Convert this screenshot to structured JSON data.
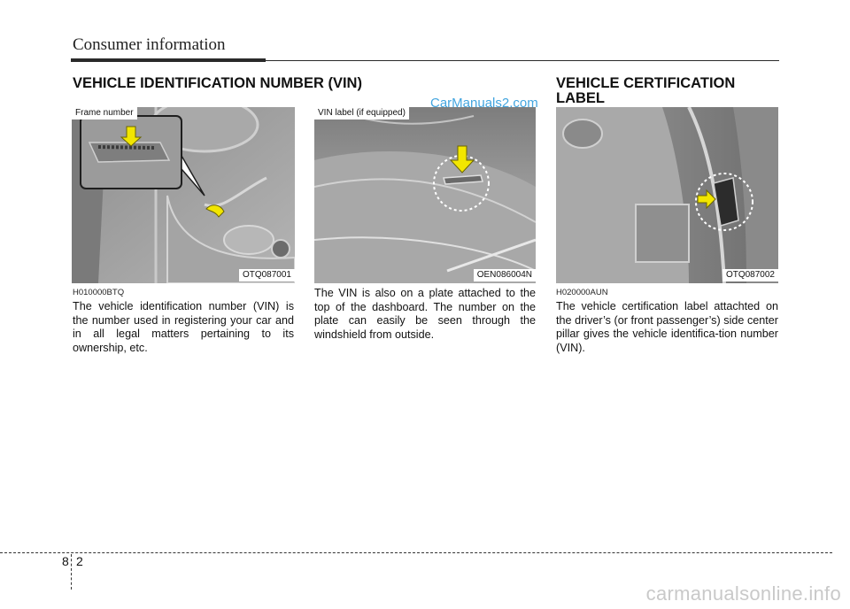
{
  "header": {
    "title": "Consumer information"
  },
  "watermark_top": "CarManuals2.com",
  "watermark_bottom": "carmanualsonline.info",
  "left": {
    "heading": "VEHICLE IDENTIFICATION NUMBER (VIN)",
    "figure_label": "Frame number",
    "figure_code": "OTQ087001",
    "ref_code": "H010000BTQ",
    "text": "The vehicle identification number (VIN) is the number used in registering your car and in all legal matters pertaining to its ownership, etc."
  },
  "middle": {
    "figure_label": "VIN label (if equipped)",
    "figure_code": "OEN086004N",
    "text": "The VIN is also on a plate attached to the top of the dashboard. The number on the plate can easily be seen through the windshield from outside."
  },
  "right": {
    "heading_line1": "VEHICLE CERTIFICATION",
    "heading_line2": "LABEL",
    "figure_code": "OTQ087002",
    "ref_code": "H020000AUN",
    "text": "The vehicle certification label attachted on the driver’s (or front passenger’s) side center pillar gives the vehicle identifica-tion number (VIN)."
  },
  "footer": {
    "chapter": "8",
    "page": "2"
  },
  "colors": {
    "arrow": "#f2e600",
    "watermark": "#43a5df"
  }
}
